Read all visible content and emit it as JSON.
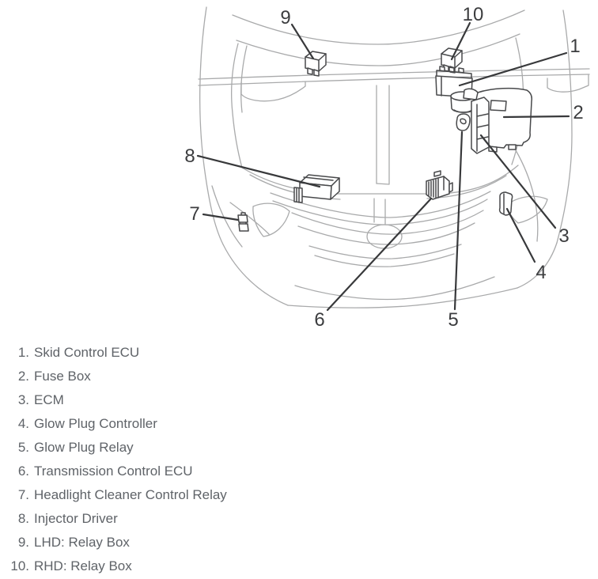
{
  "diagram": {
    "title": "engine-compartment-component-location-diagram",
    "callouts": [
      {
        "number": "1"
      },
      {
        "number": "2"
      },
      {
        "number": "3"
      },
      {
        "number": "4"
      },
      {
        "number": "5"
      },
      {
        "number": "6"
      },
      {
        "number": "7"
      },
      {
        "number": "8"
      },
      {
        "number": "9"
      },
      {
        "number": "10"
      }
    ]
  },
  "legend": {
    "items": [
      {
        "number": "1.",
        "label": "Skid Control ECU"
      },
      {
        "number": "2.",
        "label": "Fuse Box"
      },
      {
        "number": "3.",
        "label": "ECM"
      },
      {
        "number": "4.",
        "label": "Glow Plug Controller"
      },
      {
        "number": "5.",
        "label": "Glow Plug Relay"
      },
      {
        "number": "6.",
        "label": "Transmission Control ECU"
      },
      {
        "number": "7.",
        "label": "Headlight Cleaner Control Relay"
      },
      {
        "number": "8.",
        "label": "Injector Driver"
      },
      {
        "number": "9.",
        "label": "LHD: Relay Box"
      },
      {
        "number": "10.",
        "label": "RHD: Relay Box"
      }
    ]
  },
  "colors": {
    "body_outline": "#a9aaab",
    "component_stroke": "#48494b",
    "leader_line": "#38393b",
    "callout_text": "#3c3d3f",
    "legend_text": "#5f6368",
    "background": "#ffffff"
  }
}
